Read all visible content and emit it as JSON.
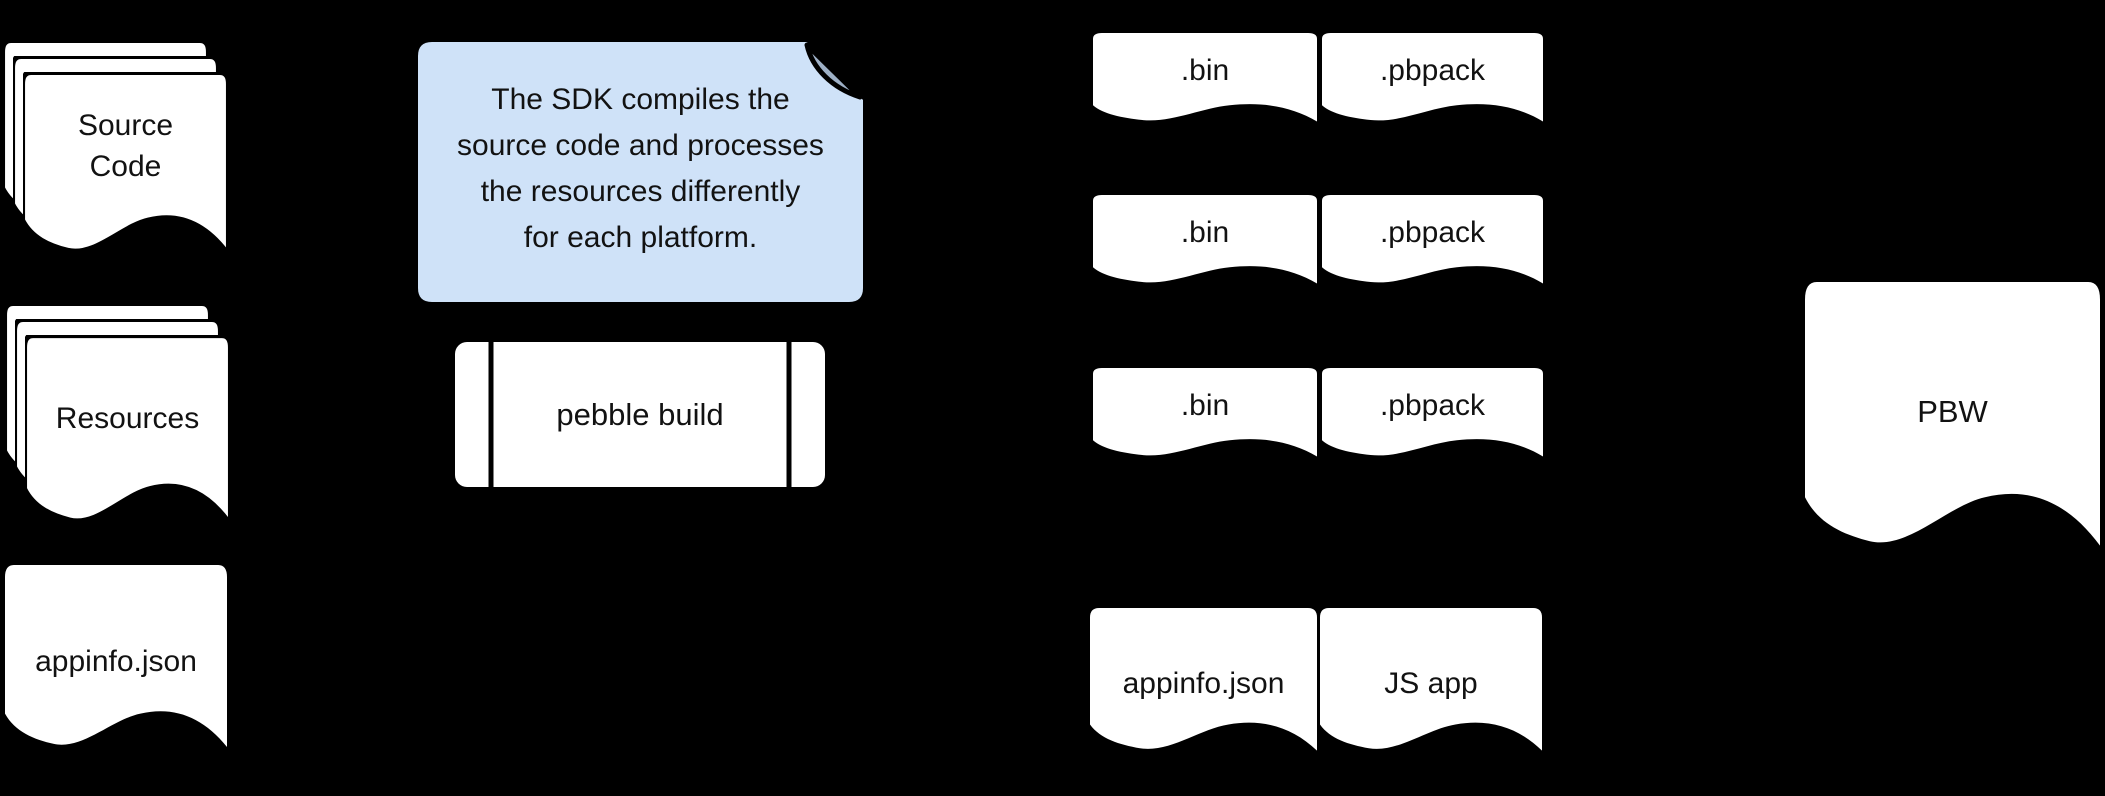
{
  "canvas": {
    "background": "#000000"
  },
  "inputs": {
    "source_code": {
      "label": "Source Code"
    },
    "resources": {
      "label": "Resources"
    },
    "appinfo": {
      "label": "appinfo.json"
    }
  },
  "note": {
    "lines": [
      "The SDK compiles the",
      "source code and processes",
      "the resources differently",
      "for each platform."
    ],
    "fill": "#cfe2f8",
    "fold_fill": "#9eb0c6"
  },
  "process": {
    "label": "pebble build"
  },
  "platform_builds": [
    {
      "binary": ".bin",
      "resource_pack": ".pbpack"
    },
    {
      "binary": ".bin",
      "resource_pack": ".pbpack"
    },
    {
      "binary": ".bin",
      "resource_pack": ".pbpack"
    }
  ],
  "bundle_extras": {
    "appinfo": "appinfo.json",
    "js_app": "JS app"
  },
  "output": {
    "label": "PBW"
  }
}
